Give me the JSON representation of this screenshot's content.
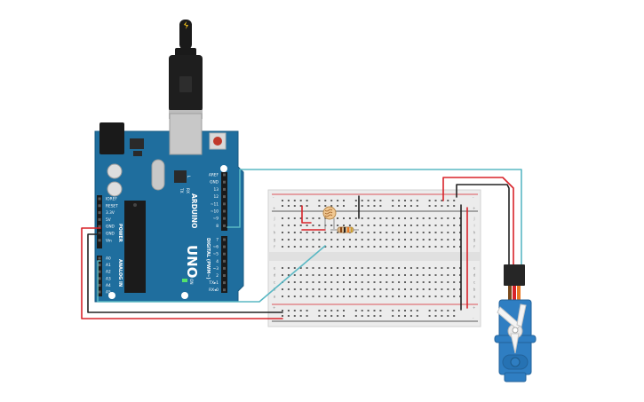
{
  "arduino": {
    "model": "UNO",
    "brand": "ARDUINO",
    "power_header_title": "POWER",
    "analog_header_title": "ANALOG IN",
    "digital_header_title": "DIGITAL (PWM~)",
    "power_pins": [
      "IOREF",
      "RESET",
      "3.3V",
      "5V",
      "GND",
      "GND",
      "Vin"
    ],
    "analog_pins": [
      "A0",
      "A1",
      "A2",
      "A3",
      "A4",
      "A5"
    ],
    "digital_pins_upper": [
      "AREF",
      "GND",
      "13",
      "12",
      "~11",
      "~10",
      "~9",
      "8"
    ],
    "digital_pins_lower": [
      "7",
      "~6",
      "~5",
      "4",
      "~3",
      "2",
      "TX▸1",
      "RX◂0"
    ],
    "tx_label": "TX",
    "rx_label": "RX",
    "l_label": "L",
    "on_label": "ON"
  },
  "breadboard": {
    "row_letters_top": [
      "j",
      "i",
      "h",
      "g",
      "f"
    ],
    "row_letters_bottom": [
      "e",
      "d",
      "c",
      "b",
      "a"
    ],
    "plus_sign": "+",
    "minus_sign": "-"
  },
  "colors": {
    "board_blue": "#1f6e9e",
    "wire_red": "#d8232a",
    "wire_black": "#222222",
    "wire_cyan": "#5ab8c4",
    "servo_blue": "#2f7ec2"
  }
}
